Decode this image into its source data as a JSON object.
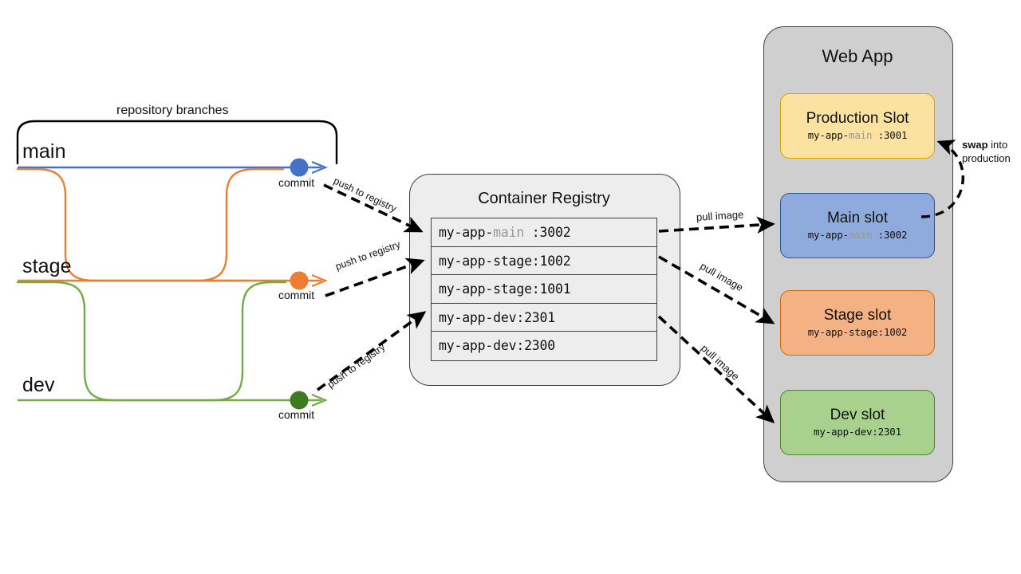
{
  "diagram": {
    "title": "repository branches to container registry to web app slots"
  },
  "repository": {
    "caption": "repository branches",
    "branches": [
      {
        "name": "main",
        "color": "#4472c4",
        "commit_label": "commit"
      },
      {
        "name": "stage",
        "color": "#ed7d31",
        "commit_label": "commit"
      },
      {
        "name": "dev",
        "color": "#70ad47",
        "commit_label": "commit"
      }
    ],
    "push_labels": [
      "push to registry",
      "push to registry",
      "push to registry"
    ]
  },
  "registry": {
    "title": "Container Registry",
    "images": [
      {
        "prefix": "my-app-",
        "branch": "main",
        "tag": "  :3002",
        "dim_branch": true
      },
      {
        "prefix": "my-app-stage:1002",
        "branch": "",
        "tag": "",
        "dim_branch": false
      },
      {
        "prefix": "my-app-stage:1001",
        "branch": "",
        "tag": "",
        "dim_branch": false
      },
      {
        "prefix": "my-app-dev:2301",
        "branch": "",
        "tag": "",
        "dim_branch": false
      },
      {
        "prefix": "my-app-dev:2300",
        "branch": "",
        "tag": "",
        "dim_branch": false
      }
    ]
  },
  "webapp": {
    "title": "Web App",
    "slots": [
      {
        "name": "Production Slot",
        "image": "my-app-",
        "image_dim": "main",
        "image_tail": "  :3001",
        "color": "#fbe2a0"
      },
      {
        "name": "Main slot",
        "image": "my-app-",
        "image_dim": "main",
        "image_tail": " :3002",
        "color": "#8faadc"
      },
      {
        "name": "Stage slot",
        "image": "my-app-stage:1002",
        "image_dim": "",
        "image_tail": "",
        "color": "#f4b183"
      },
      {
        "name": "Dev slot",
        "image": "my-app-dev:2301",
        "image_dim": "",
        "image_tail": "",
        "color": "#a9d18e"
      }
    ],
    "pull_labels": [
      "pull image",
      "pull image",
      "pull image"
    ],
    "swap_bold": "swap",
    "swap_rest": " into production"
  },
  "colors": {
    "main": "#4472c4",
    "stage": "#ed7d31",
    "dev": "#70ad47",
    "registry_fill": "#ededed",
    "webapp_fill": "#cfcfcf",
    "stroke": "#3f3f3f",
    "arrow": "#000000"
  }
}
